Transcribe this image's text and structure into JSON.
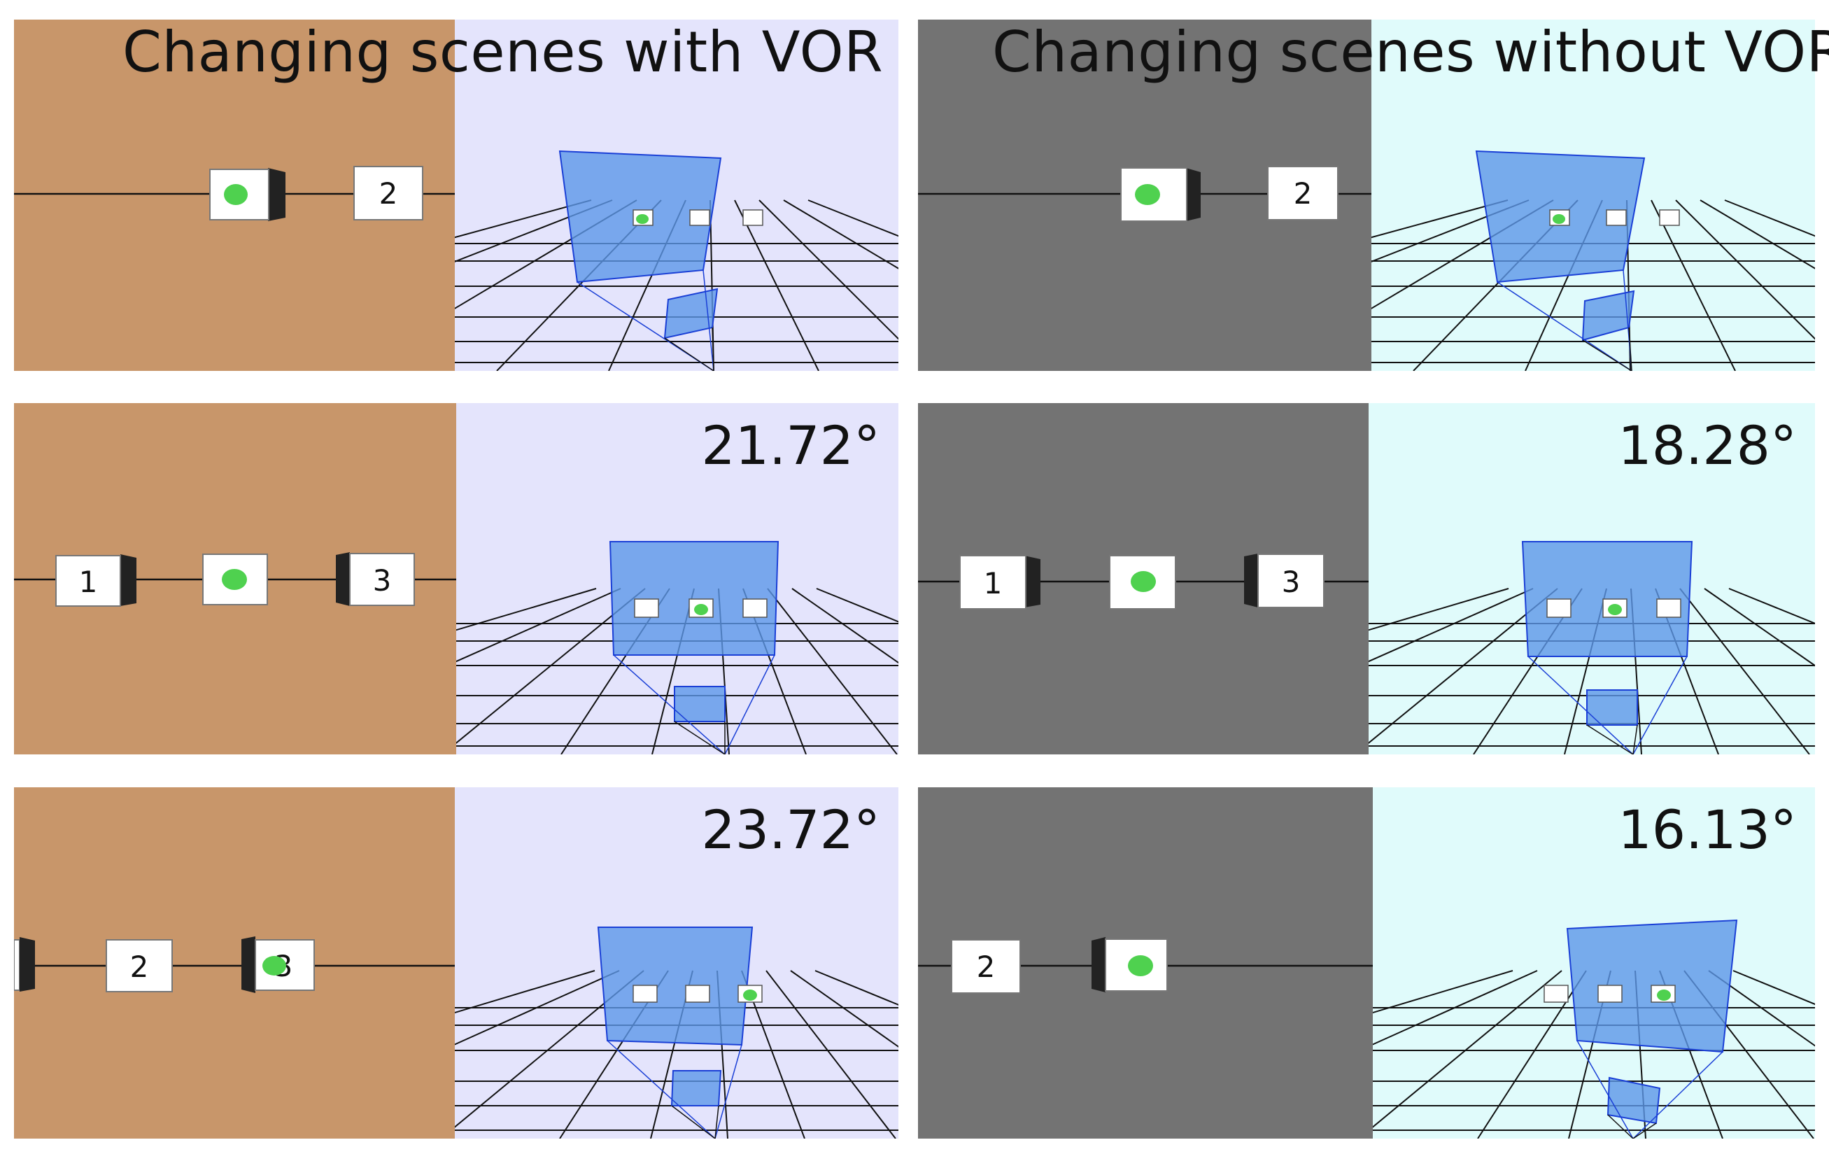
{
  "colors": {
    "vor_scene_bg": "#c8966a",
    "novor_scene_bg": "#737373",
    "vor_world_bg": "#e4e4fc",
    "novor_world_bg": "#e0fbfb",
    "frustum_fill": "#5c97e8",
    "frustum_stroke": "#1a3fd6",
    "target_green": "#4fd14f",
    "grid_line": "#111111"
  },
  "columns": [
    {
      "title": "Changing scenes with VOR",
      "rows": [
        {
          "angle": ""
        },
        {
          "angle": "21.72°"
        },
        {
          "angle": "23.72°"
        }
      ]
    },
    {
      "title": "Changing scenes without VOR",
      "rows": [
        {
          "angle": ""
        },
        {
          "angle": "18.28°"
        },
        {
          "angle": "16.13°"
        }
      ]
    }
  ],
  "cube_labels": {
    "vor_row1": [
      "",
      "2"
    ],
    "vor_row2": [
      "1",
      "",
      "3"
    ],
    "vor_row3": [
      "",
      "2",
      "3"
    ],
    "novor_row1": [
      "",
      "2"
    ],
    "novor_row2": [
      "1",
      "",
      "3"
    ],
    "novor_row3": [
      "2",
      ""
    ]
  },
  "icons": {
    "target": "green-target-dot-icon",
    "cube": "numbered-cube-icon",
    "camera_frustum": "view-frustum-icon"
  }
}
